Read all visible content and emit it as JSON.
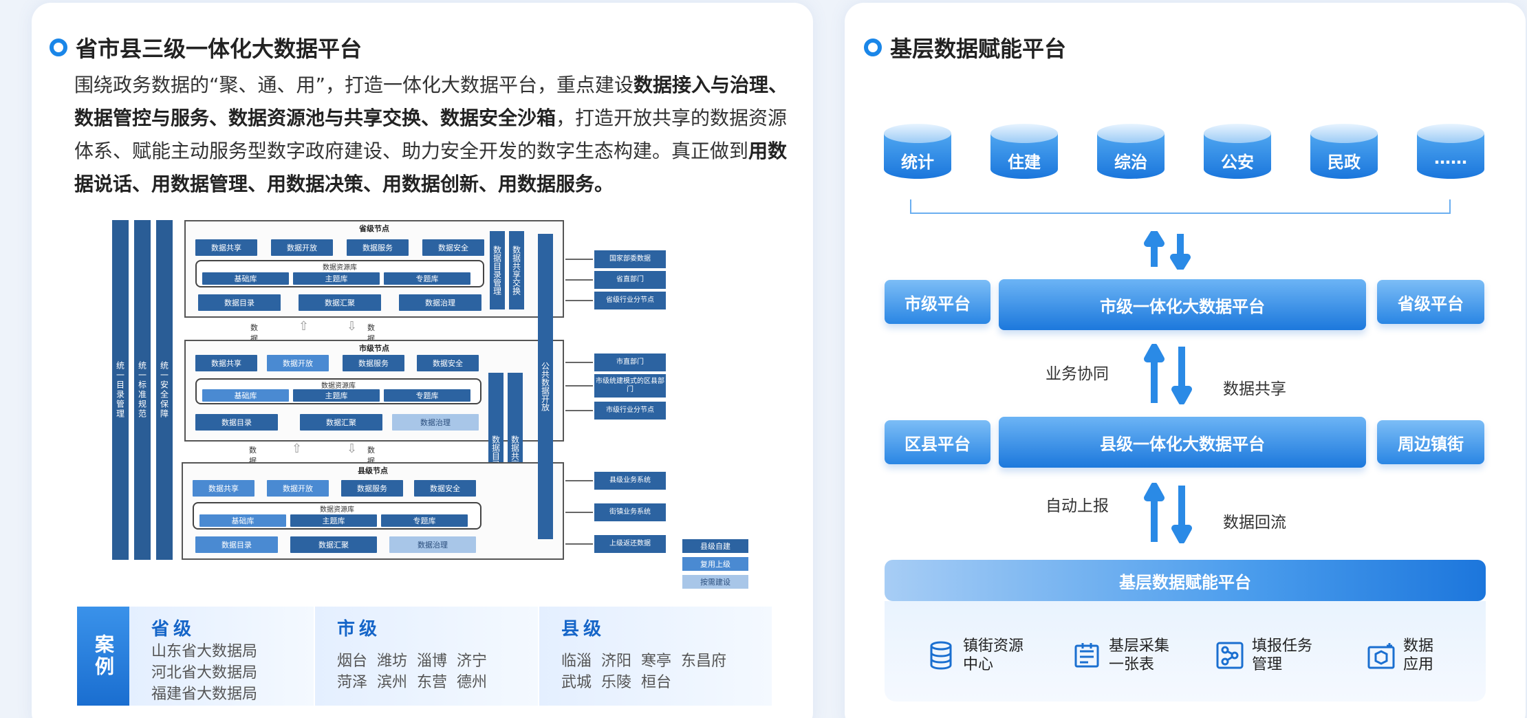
{
  "left": {
    "title": "省市县三级一体化大数据平台",
    "intro": [
      {
        "t": "围绕政务数据的“聚、通、用”，打造一体化大数据平台，重点建设",
        "b": false
      },
      {
        "t": "数据接入与治理、数据管控与服务、数据资源池与共享交换、数据安全沙箱",
        "b": true
      },
      {
        "t": "，打造开放共享的数据资源体系、赋能主动服务型数字政府建设、助力安全开发的数字生态构建。真正做到",
        "b": false
      },
      {
        "t": "用数据说话、用数据管理、用数据决策、用数据创新、用数据服务。",
        "b": true
      }
    ],
    "arch": {
      "vbars": [
        "统一目录管理",
        "统一标准规范",
        "统一安全保障"
      ],
      "province": {
        "title": "省级节点",
        "tiles": [
          "数据共享",
          "数据开放",
          "数据服务",
          "数据安全"
        ],
        "pool": "数据资源库",
        "libs": [
          "基础库",
          "主题库",
          "专题库"
        ],
        "bottom": [
          "数据目录",
          "数据汇聚",
          "数据治理"
        ],
        "cols": [
          "数据目录管理",
          "数据共享交换"
        ]
      },
      "city": {
        "title": "市级节点",
        "tiles": [
          "数据共享",
          "数据开放",
          "数据服务",
          "数据安全"
        ],
        "pool": "数据资源库",
        "libs": [
          "基础库",
          "主题库",
          "专题库"
        ],
        "bottom": [
          "数据目录",
          "数据汇聚",
          "数据治理"
        ],
        "cols": [
          "数据目录管理",
          "数据共享交换"
        ]
      },
      "county": {
        "title": "县级节点",
        "tiles": [
          "数据共享",
          "数据开放",
          "数据服务",
          "数据安全"
        ],
        "pool": "数据资源库",
        "libs": [
          "基础库",
          "主题库",
          "专题库"
        ],
        "bottom": [
          "数据目录",
          "数据汇聚",
          "数据治理"
        ]
      },
      "open_col": "公共数据开放",
      "between1": [
        "数据汇聚",
        "数据返还"
      ],
      "between2": [
        "数据汇聚",
        "数据返还"
      ],
      "right_boxes": [
        "国家部委数据",
        "省直部门",
        "省级行业分节点",
        "市直部门",
        "市级统建模式的区县部门",
        "市级行业分节点",
        "县级业务系统",
        "街镇业务系统",
        "上级返还数据"
      ],
      "legend": [
        "县级自建",
        "复用上级",
        "按需建设"
      ]
    },
    "cases": {
      "label": "案例",
      "cols": [
        {
          "head": "省级",
          "lines": [
            "山东省大数据局",
            "河北省大数据局",
            "福建省大数据局"
          ]
        },
        {
          "head": "市级",
          "lines": [
            "烟台  潍坊  淄博  济宁",
            "菏泽  滨州  东营  德州"
          ]
        },
        {
          "head": "县级",
          "lines": [
            "临淄  济阳  寒亭  东昌府",
            "武城  乐陵  桓台"
          ]
        }
      ]
    }
  },
  "right": {
    "title": "基层数据赋能平台",
    "dbs": [
      "统计",
      "住建",
      "综治",
      "公安",
      "民政",
      "……"
    ],
    "row1": {
      "left": "市级平台",
      "mid": "市级一体化大数据平台",
      "right": "省级平台"
    },
    "row2": {
      "left": "区县平台",
      "mid": "县级一体化大数据平台",
      "right": "周边镇街"
    },
    "arrows1": {
      "left": "业务协同",
      "right": "数据共享"
    },
    "arrows2": {
      "left": "自动上报",
      "right": "数据回流"
    },
    "base_title": "基层数据赋能平台",
    "features": [
      {
        "icon": "database-stack-icon",
        "text": [
          "镇街资源",
          "中心"
        ]
      },
      {
        "icon": "form-collect-icon",
        "text": [
          "基层采集",
          "一张表"
        ]
      },
      {
        "icon": "task-flow-icon",
        "text": [
          "填报任务",
          "管理"
        ]
      },
      {
        "icon": "data-app-icon",
        "text": [
          "数据",
          "应用"
        ]
      }
    ]
  }
}
